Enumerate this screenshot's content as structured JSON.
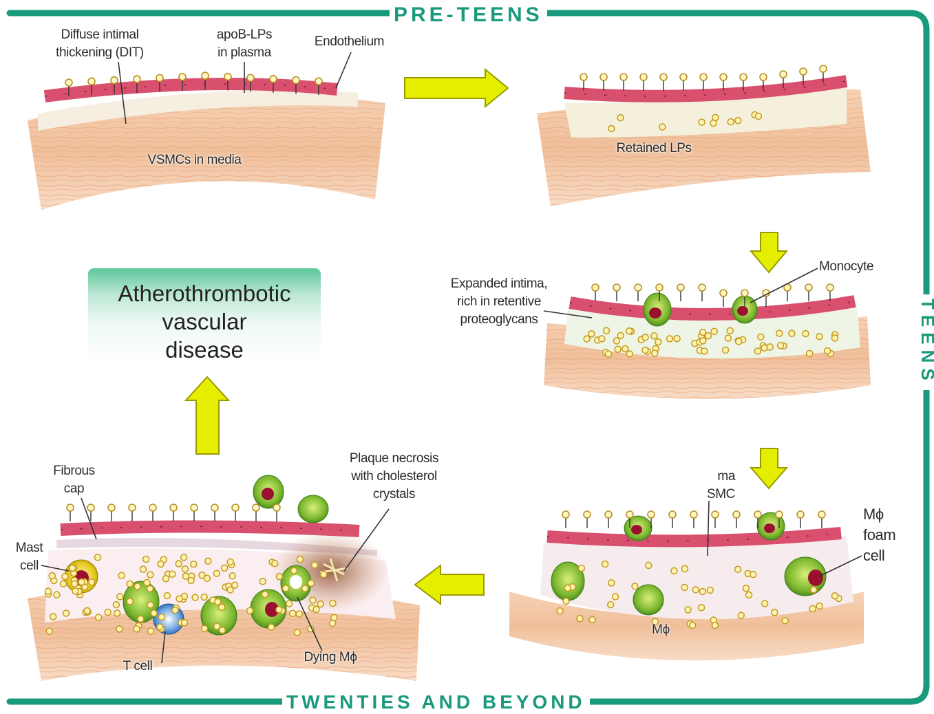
{
  "stages": {
    "pre_teens": "PRE-TEENS",
    "teens": "TEENS",
    "twenties": "TWENTIES AND BEYOND"
  },
  "outcome": {
    "line1": "Atherothrombotic",
    "line2": "vascular",
    "line3": "disease"
  },
  "labels": {
    "dit_1": "Diffuse intimal",
    "dit_2": "thickening (DIT)",
    "apob_1": "apoB-LPs",
    "apob_2": "in plasma",
    "endothelium": "Endothelium",
    "vsmcs": "VSMCs in media",
    "retained": "Retained LPs",
    "expanded_1": "Expanded intima,",
    "expanded_2": "rich in retentive",
    "expanded_3": "proteoglycans",
    "monocyte": "Monocyte",
    "intima_1": "ma",
    "intima_2": "SMC",
    "foam_1": "Mϕ",
    "foam_2": "foam",
    "foam_3": "cell",
    "macrophage": "Mϕ",
    "fibrous_1": "Fibrous",
    "fibrous_2": "cap",
    "mast_1": "Mast",
    "mast_2": "cell",
    "necrosis_1": "Plaque necrosis",
    "necrosis_2": "with cholesterol",
    "necrosis_3": "crystals",
    "tcell": "T cell",
    "dying": "Dying Mϕ"
  },
  "colors": {
    "frame": "#1a9a7c",
    "arrow_fill": "#e6ee00",
    "arrow_stroke": "#9a9a00",
    "media": "#f3c9a6",
    "endothelium": "#d9506e",
    "lipoprotein": "#e8b83a"
  }
}
